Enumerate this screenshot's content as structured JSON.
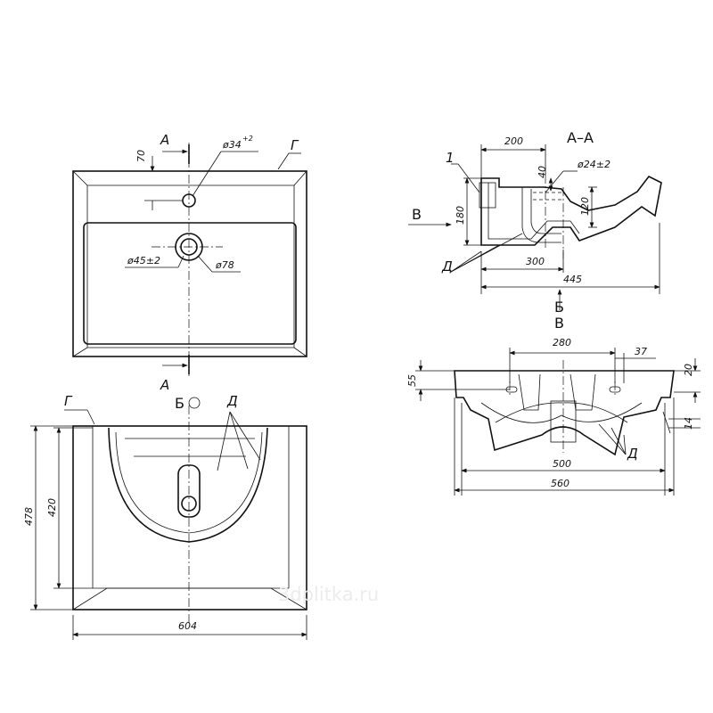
{
  "labels": {
    "section_a_top": "А",
    "section_a_bottom": "А",
    "section_title": "А–А",
    "view_b_arrow": "Б",
    "view_b_marker": "Б",
    "view_v_arrow": "В",
    "view_v_title": "В",
    "mark_g_top": "Г",
    "mark_g_front": "Г",
    "mark_d_front": "Д",
    "mark_d_section": "Д",
    "mark_d_back": "Д",
    "mark_1": "1"
  },
  "dimensions": {
    "top_70": "70",
    "top_d34": "ø34",
    "top_d34_tol": "+2",
    "top_d45": "ø45±2",
    "top_d78": "ø78",
    "front_478": "478",
    "front_420": "420",
    "front_604": "604",
    "sec_200": "200",
    "sec_40": "40",
    "sec_d24": "ø24±2",
    "sec_180": "180",
    "sec_120": "120",
    "sec_300": "300",
    "sec_445": "445",
    "back_280": "280",
    "back_37": "37",
    "back_55": "55",
    "back_20": "20",
    "back_14": "14",
    "back_500": "500",
    "back_560": "560"
  },
  "watermark": "3dplitka.ru"
}
